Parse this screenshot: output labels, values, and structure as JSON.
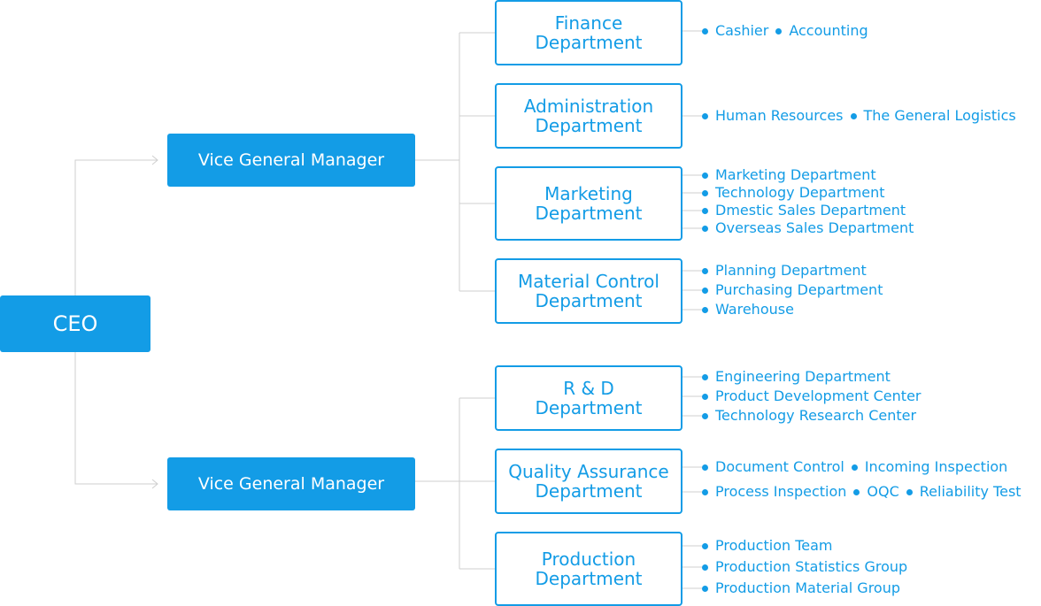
{
  "ceo": {
    "label": "CEO"
  },
  "vice_managers": [
    {
      "label": "Vice General Manager",
      "departments": [
        {
          "line1": "Finance",
          "line2": "Department",
          "units": [
            [
              "Cashier",
              "Accounting"
            ]
          ]
        },
        {
          "line1": "Administration",
          "line2": "Department",
          "units": [
            [
              "Human Resources",
              "The General Logistics"
            ]
          ]
        },
        {
          "line1": "Marketing",
          "line2": "Department",
          "units": [
            [
              "Marketing Department"
            ],
            [
              "Technology Department"
            ],
            [
              "Dmestic Sales Department"
            ],
            [
              "Overseas Sales Department"
            ]
          ]
        },
        {
          "line1": "Material Control",
          "line2": "Department",
          "units": [
            [
              "Planning Department"
            ],
            [
              "Purchasing Department"
            ],
            [
              "Warehouse"
            ]
          ]
        }
      ]
    },
    {
      "label": "Vice General Manager",
      "departments": [
        {
          "line1": "R & D",
          "line2": "Department",
          "units": [
            [
              "Engineering Department"
            ],
            [
              "Product Development Center"
            ],
            [
              "Technology Research Center"
            ]
          ]
        },
        {
          "line1": "Quality Assurance",
          "line2": "Department",
          "units": [
            [
              "Document Control",
              "Incoming Inspection"
            ],
            [
              "Process Inspection",
              "OQC",
              "Reliability Test"
            ]
          ]
        },
        {
          "line1": "Production",
          "line2": "Department",
          "units": [
            [
              "Production Team"
            ],
            [
              "Production Statistics Group"
            ],
            [
              "Production Material Group"
            ]
          ]
        }
      ]
    }
  ],
  "colors": {
    "accent": "#139ce6",
    "connector": "#cccccc"
  }
}
